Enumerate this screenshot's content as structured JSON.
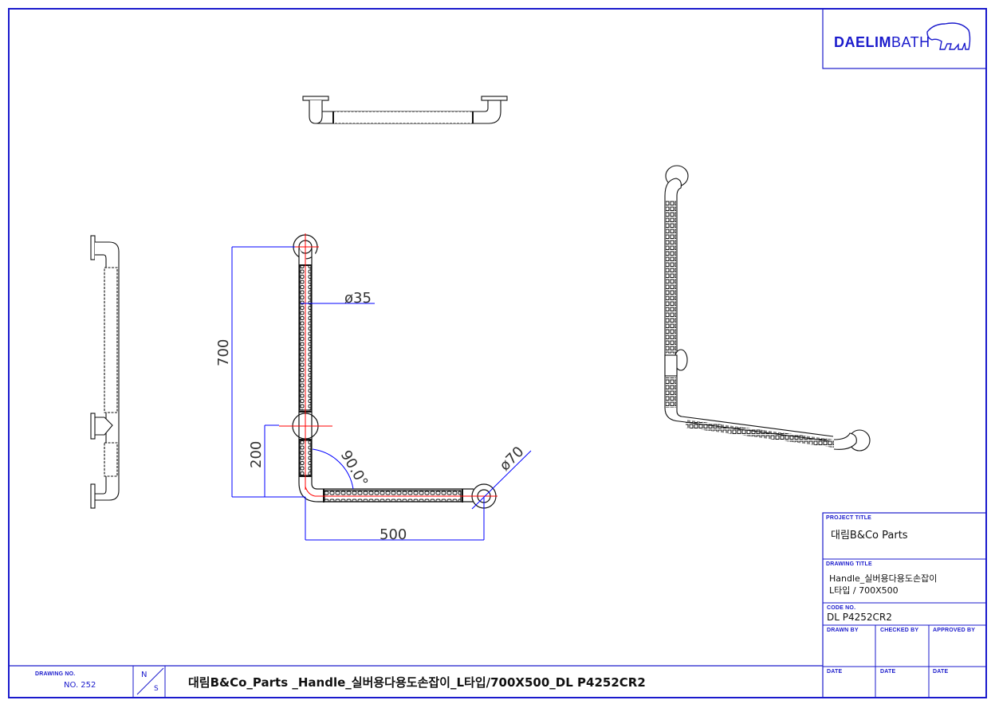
{
  "logo": {
    "text": "DAELIM BATH",
    "part1": "DAELIM",
    "part2": "BATH"
  },
  "dimensions": {
    "height": "700",
    "lower": "200",
    "width": "500",
    "pipe_dia": "ø35",
    "flange_dia": "ø70",
    "angle": "90.0°"
  },
  "title_block": {
    "project_title_label": "PROJECT TITLE",
    "project_title": "대림B&Co  Parts",
    "drawing_title_label": "DRAWING TITLE",
    "drawing_title_line1": "Handle_실버용다용도손잡이",
    "drawing_title_line2": "L타입  /  700X500",
    "code_no_label": "CODE NO.",
    "code_no": "DL P4252CR2",
    "drawn_by_label": "DRAWN BY",
    "checked_by_label": "CHECKED BY",
    "approved_by_label": "APPROVED BY",
    "date_label": "DATE"
  },
  "bottom_strip": {
    "drawing_no_label": "DRAWING NO.",
    "drawing_no": "NO. 252",
    "scale_top": "N",
    "scale_bottom": "S",
    "full_title": "대림B&Co_Parts _Handle_실버용다용도손잡이_L타입/700X500_DL P4252CR2"
  },
  "colors": {
    "frame": "#1a1acc",
    "dimension": "#0000ff",
    "centerline": "#ff0000",
    "outline": "#111111"
  }
}
